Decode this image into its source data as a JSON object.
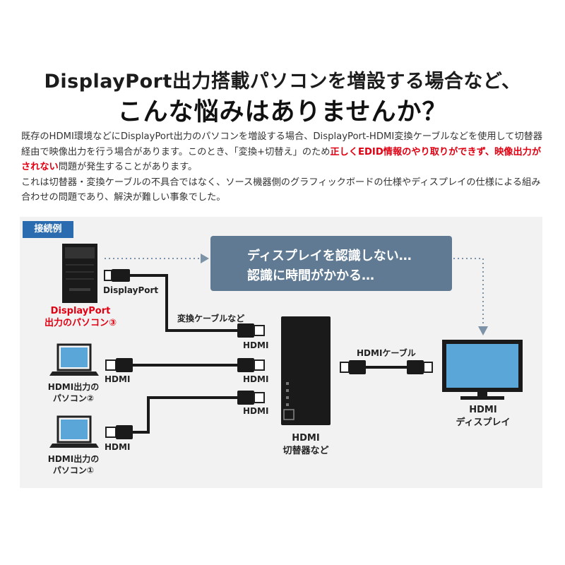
{
  "heading": {
    "line1": "DisplayPort出力搭載パソコンを増設する場合など、",
    "line2": "こんな悩みはありませんか？"
  },
  "paragraph": {
    "p1_a": "既存のHDMI環境などにDisplayPort出力のパソコンを増設する場合、DisplayPort-HDMI変換ケーブルなどを使用して切替器経由で映像出力を行う場合があります。このとき、「変換+切替え」のため",
    "p1_red": "正しくEDID情報のやり取りができず、映像出力がされない",
    "p1_b": "問題が発生することがあります。",
    "p2": "これは切替器・変換ケーブルの不具合ではなく、ソース機器側のグラフィックボードの仕様やディスプレイの仕様による組み合わせの問題であり、解決が難しい事象でした。"
  },
  "diagram": {
    "tag": "接続例",
    "message_line1": "ディスプレイを認識しない…",
    "message_line2": "認識に時間がかかる…",
    "dp_connector_label": "DisplayPort",
    "pc3_label_line1": "DisplayPort",
    "pc3_label_line2": "出力のパソコン③",
    "adapter_cable_label": "変換ケーブルなど",
    "switch_in1": "HDMI",
    "switch_in2": "HDMI",
    "switch_in3": "HDMI",
    "pc2_plug_label": "HDMI",
    "pc1_plug_label": "HDMI",
    "pc2_label_line1": "HDMI出力の",
    "pc2_label_line2": "パソコン②",
    "pc1_label_line1": "HDMI出力の",
    "pc1_label_line2": "パソコン①",
    "hdmi_cable_label": "HDMIケーブル",
    "switch_label_line1": "HDMI",
    "switch_label_line2": "切替器など",
    "display_label_line1": "HDMI",
    "display_label_line2": "ディスプレイ",
    "colors": {
      "tag_blue": "#2b6cb0",
      "message_box": "#5f7a92",
      "alert_red": "#e00012",
      "panel_bg": "#f2f2f2"
    }
  }
}
